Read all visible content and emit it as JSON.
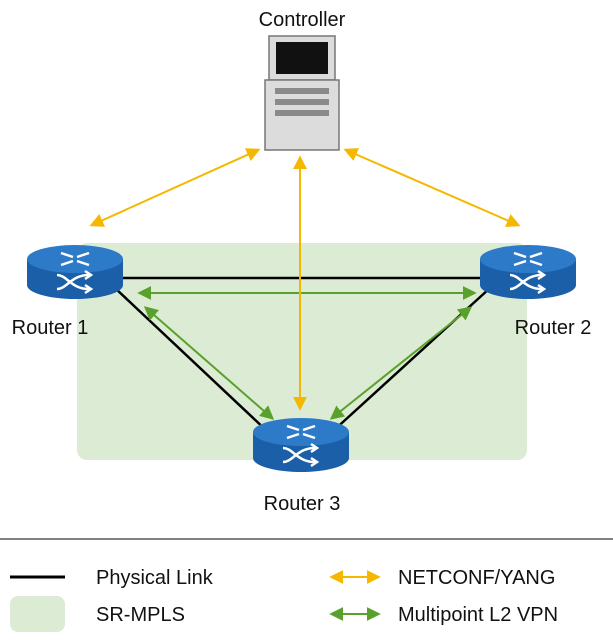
{
  "nodes": {
    "controller": {
      "label": "Controller",
      "icon": "server-computer-icon"
    },
    "router1": {
      "label": "Router 1",
      "icon": "router-icon"
    },
    "router2": {
      "label": "Router 2",
      "icon": "router-icon"
    },
    "router3": {
      "label": "Router 3",
      "icon": "router-icon"
    }
  },
  "legend": {
    "physical_link": "Physical Link",
    "sr_mpls": "SR-MPLS",
    "netconf": "NETCONF/YANG",
    "l2vpn": "Multipoint L2 VPN"
  },
  "colors": {
    "physical_link": "#000000",
    "sr_mpls_area": "#dcebd3",
    "netconf": "#f5b800",
    "l2vpn": "#5aa02c",
    "router_body": "#1b5fa8",
    "router_top": "#2d7bc8"
  }
}
